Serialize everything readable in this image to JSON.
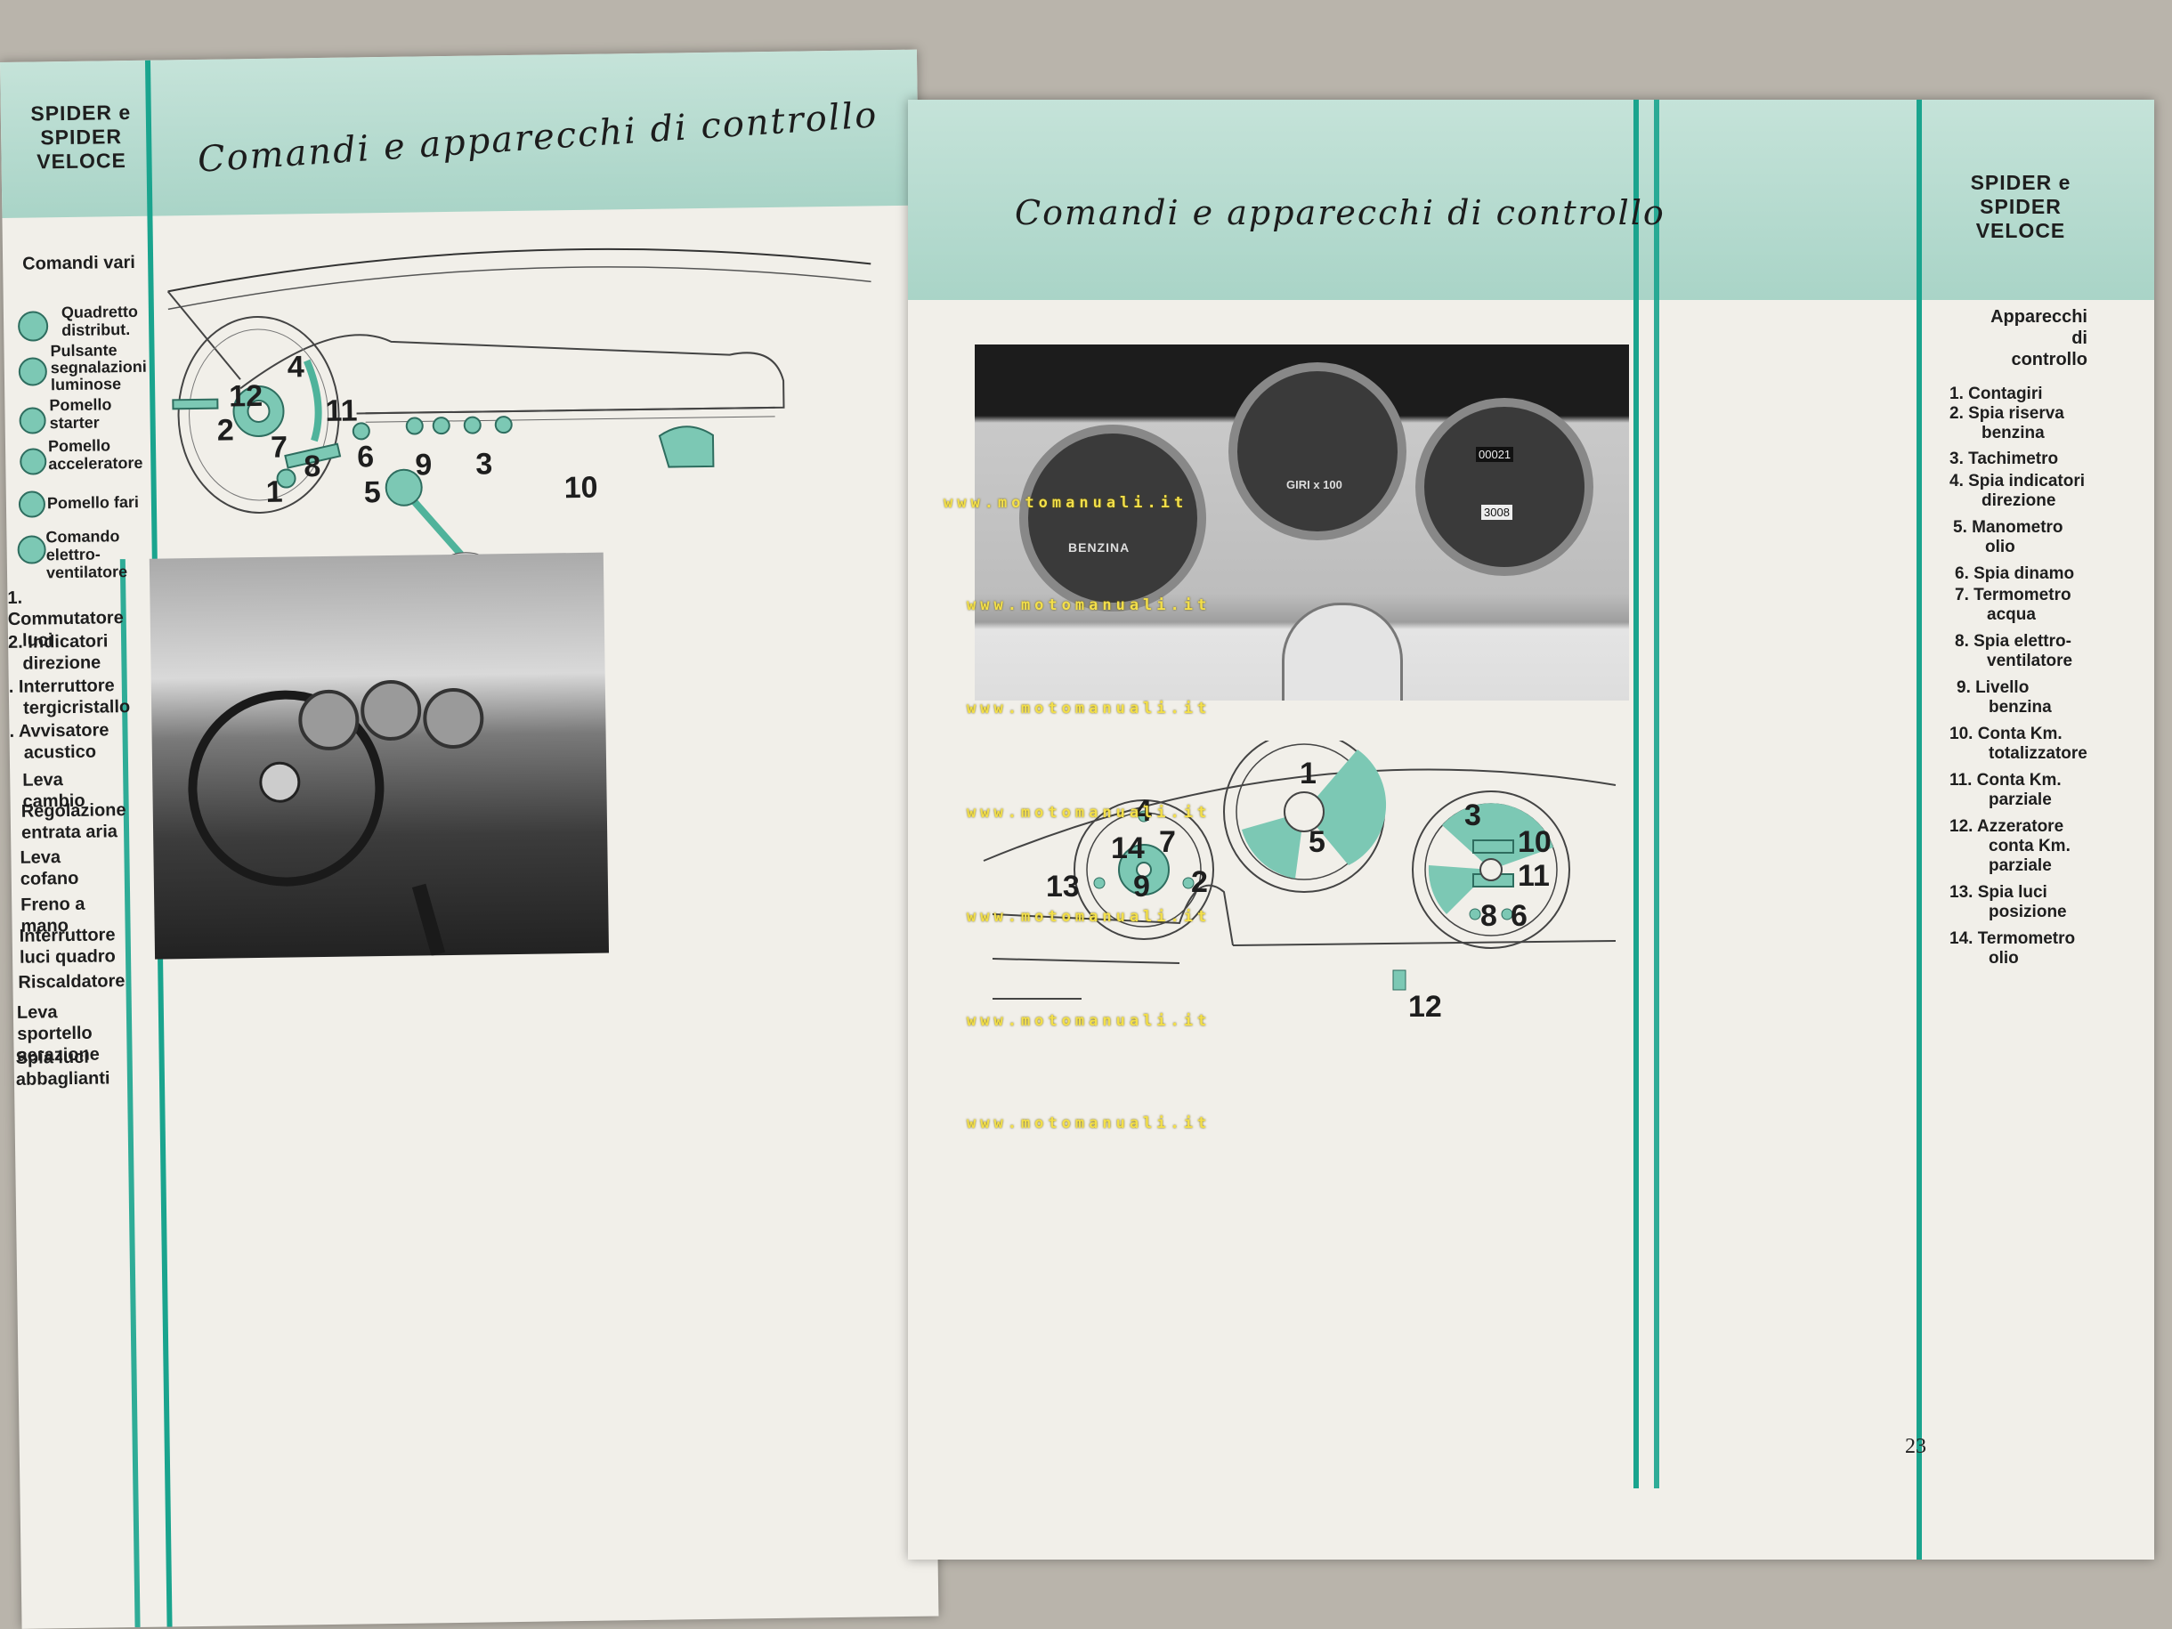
{
  "left_page": {
    "model": [
      "SPIDER e",
      "SPIDER",
      "VELOCE"
    ],
    "title": "Comandi e apparecchi di controllo",
    "section": "Comandi vari",
    "icons": [
      {
        "label": [
          "Quadretto",
          "distribut."
        ],
        "icon": "dashboard-panel-icon"
      },
      {
        "label": [
          "Pulsante",
          "segnalazioni",
          "luminose"
        ],
        "icon": "alfa-horn-button-icon"
      },
      {
        "label": [
          "Pomello",
          "starter"
        ],
        "icon": "starter-knob-icon"
      },
      {
        "label": [
          "Pomello",
          "acceleratore"
        ],
        "icon": "accelerator-knob-icon"
      },
      {
        "label": [
          "Pomello fari"
        ],
        "icon": "headlight-knob-icon"
      },
      {
        "label": [
          "Comando",
          "elettro-",
          "ventilatore"
        ],
        "icon": "fan-control-icon"
      }
    ],
    "list": [
      [
        "1. Commutatore",
        "luci"
      ],
      [
        "2. Indicatori",
        "direzione"
      ],
      [
        ". Interruttore",
        "tergicristallo"
      ],
      [
        ". Avvisatore",
        "acustico"
      ],
      [
        "Leva cambio"
      ],
      [
        "Regolazione",
        "entrata aria"
      ],
      [
        "Leva cofano"
      ],
      [
        "Freno a mano"
      ],
      [
        "Interruttore",
        "luci quadro"
      ],
      [
        "Riscaldatore"
      ],
      [
        "Leva sportello",
        "aerazione"
      ],
      [
        "Spia luci",
        "abbaglianti"
      ]
    ],
    "diagram_numbers": [
      "4",
      "12",
      "11",
      "2",
      "7",
      "8",
      "6",
      "9",
      "3",
      "1",
      "5",
      "10"
    ]
  },
  "right_page": {
    "model": [
      "SPIDER e",
      "SPIDER",
      "VELOCE"
    ],
    "title": "Comandi e apparecchi di controllo",
    "section": [
      "Apparecchi",
      "di",
      "controllo"
    ],
    "legend": [
      [
        "1. Contagiri"
      ],
      [
        "2. Spia riserva",
        "benzina"
      ],
      [
        "3. Tachimetro"
      ],
      [
        "4. Spia indicatori",
        "direzione"
      ],
      [
        "5. Manometro",
        "olio"
      ],
      [
        "6. Spia dinamo"
      ],
      [
        "7. Termometro",
        "acqua"
      ],
      [
        "8. Spia elettro-",
        "ventilatore"
      ],
      [
        "9. Livello",
        "benzina"
      ],
      [
        "10. Conta Km.",
        "totalizzatore"
      ],
      [
        "11. Conta Km.",
        "parziale"
      ],
      [
        "12. Azzeratore",
        "conta Km.",
        "parziale"
      ],
      [
        "13. Spia luci",
        "posizione"
      ],
      [
        "14. Termometro",
        "olio"
      ]
    ],
    "diagram_numbers": [
      "1",
      "4",
      "14",
      "7",
      "5",
      "3",
      "10",
      "11",
      "13",
      "9",
      "2",
      "8",
      "6",
      "12"
    ],
    "gauge_text": {
      "fuel": "BENZINA",
      "rpm": "GIRI x 100",
      "odo": "00021",
      "trip": "3008"
    },
    "page_number": "23"
  },
  "watermark": "www.motomanuali.it",
  "colors": {
    "accent": "#1aa48e",
    "band": "#bfe0d5",
    "paper": "#f1efe9",
    "mint": "#7cc8b4"
  }
}
